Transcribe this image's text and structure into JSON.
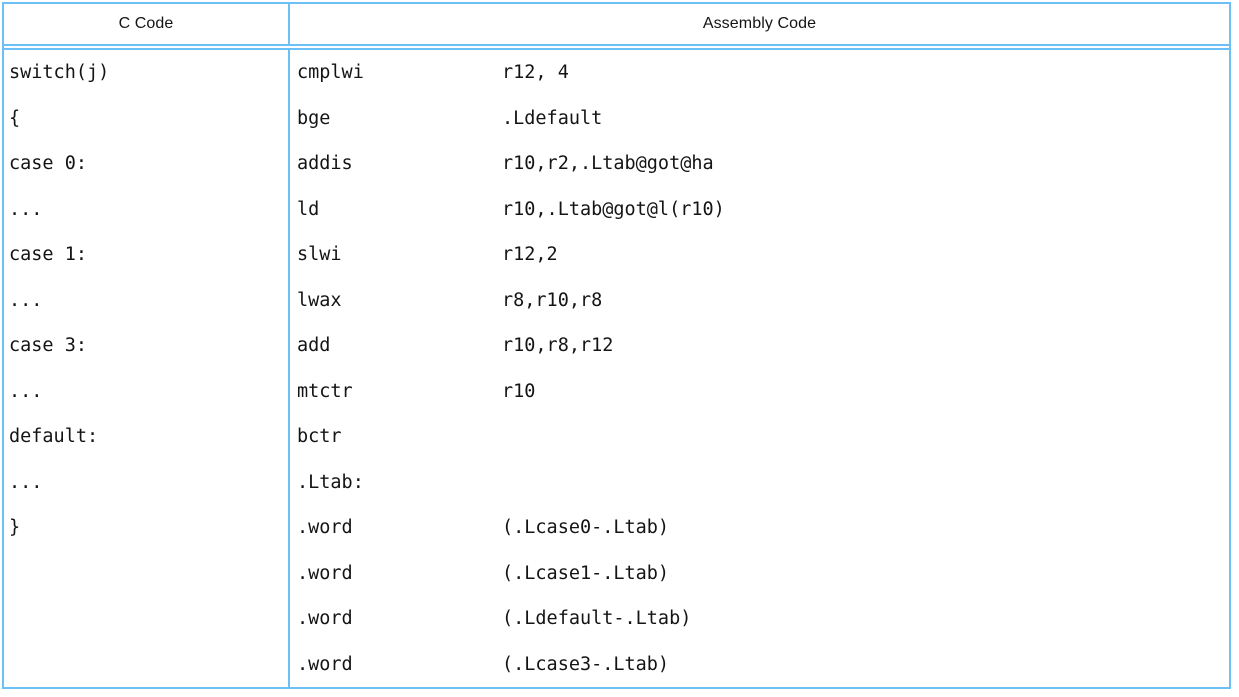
{
  "table": {
    "headers": {
      "left": "C Code",
      "right": "Assembly Code"
    },
    "border_color": "#6cc0f5",
    "text_color": "#141414",
    "c_code_lines": [
      "switch(j)",
      "{",
      "case 0:",
      "...",
      "case 1:",
      "...",
      "case 3:",
      "...",
      "default:",
      "...",
      "}"
    ],
    "assembly_rows": [
      {
        "mnemonic": "cmplwi",
        "operand": "r12, 4"
      },
      {
        "mnemonic": "bge",
        "operand": ".Ldefault"
      },
      {
        "mnemonic": "addis",
        "operand": "r10,r2,.Ltab@got@ha"
      },
      {
        "mnemonic": "ld",
        "operand": "r10,.Ltab@got@l(r10)"
      },
      {
        "mnemonic": "slwi",
        "operand": "r12,2"
      },
      {
        "mnemonic": "lwax",
        "operand": "r8,r10,r8"
      },
      {
        "mnemonic": "add",
        "operand": "r10,r8,r12"
      },
      {
        "mnemonic": "mtctr",
        "operand": "r10"
      },
      {
        "mnemonic": "bctr",
        "operand": ""
      },
      {
        "mnemonic": ".Ltab:",
        "operand": ""
      },
      {
        "mnemonic": ".word",
        "operand": "(.Lcase0-.Ltab)"
      },
      {
        "mnemonic": ".word",
        "operand": "(.Lcase1-.Ltab)"
      },
      {
        "mnemonic": ".word",
        "operand": "(.Ldefault-.Ltab)"
      },
      {
        "mnemonic": ".word",
        "operand": "(.Lcase3-.Ltab)"
      }
    ]
  }
}
